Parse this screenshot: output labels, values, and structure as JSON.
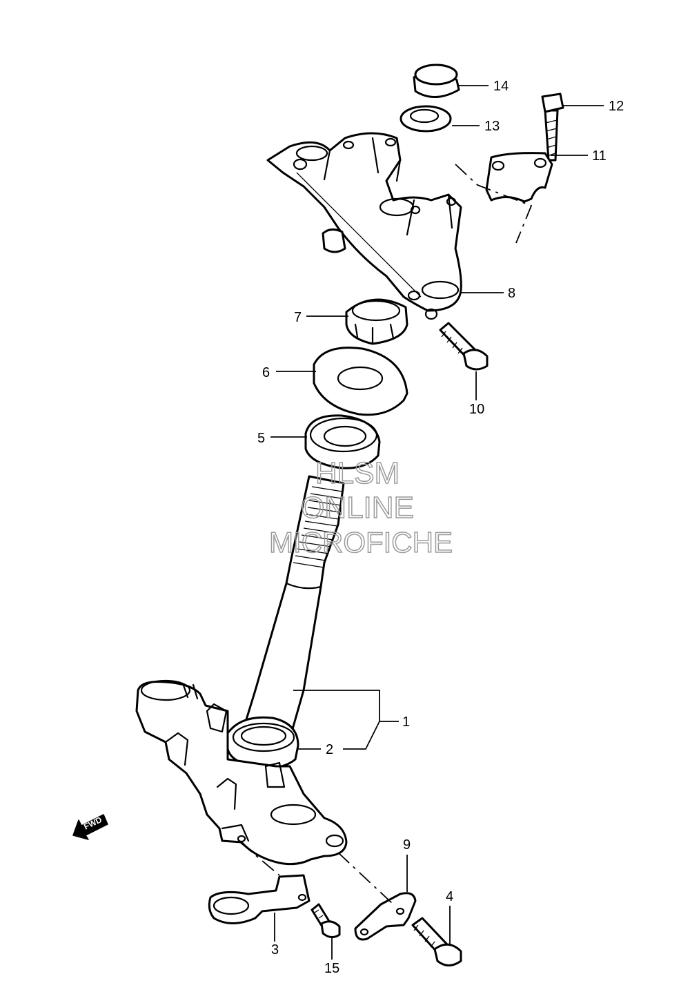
{
  "watermark": {
    "line1": "HLSM",
    "line2": "ONLINE",
    "line3": "MICROFICHE"
  },
  "fwd_label": "FWD",
  "callouts": {
    "p1": "1",
    "p2": "2",
    "p3": "3",
    "p4": "4",
    "p5": "5",
    "p6": "6",
    "p7": "7",
    "p8": "8",
    "p9": "9",
    "p10": "10",
    "p11": "11",
    "p12": "12",
    "p13": "13",
    "p14": "14",
    "p15": "15"
  },
  "icons": {
    "fwd": "fwd-arrow-icon"
  }
}
